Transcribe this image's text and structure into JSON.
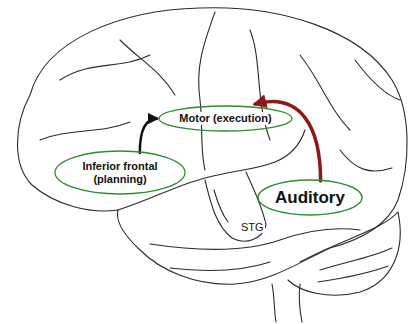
{
  "diagram": {
    "nodes": [
      {
        "text": [
          "Motor (execution)"
        ]
      },
      {
        "text": [
          "Inferior frontal (planning)"
        ]
      },
      {
        "text": [
          "Auditory"
        ]
      }
    ],
    "edges": [
      {
        "from": 1,
        "to": 0,
        "arrow": "to"
      },
      {
        "from": 2,
        "to": 0,
        "arrow": "to"
      }
    ],
    "labels": [
      "STG"
    ]
  }
}
